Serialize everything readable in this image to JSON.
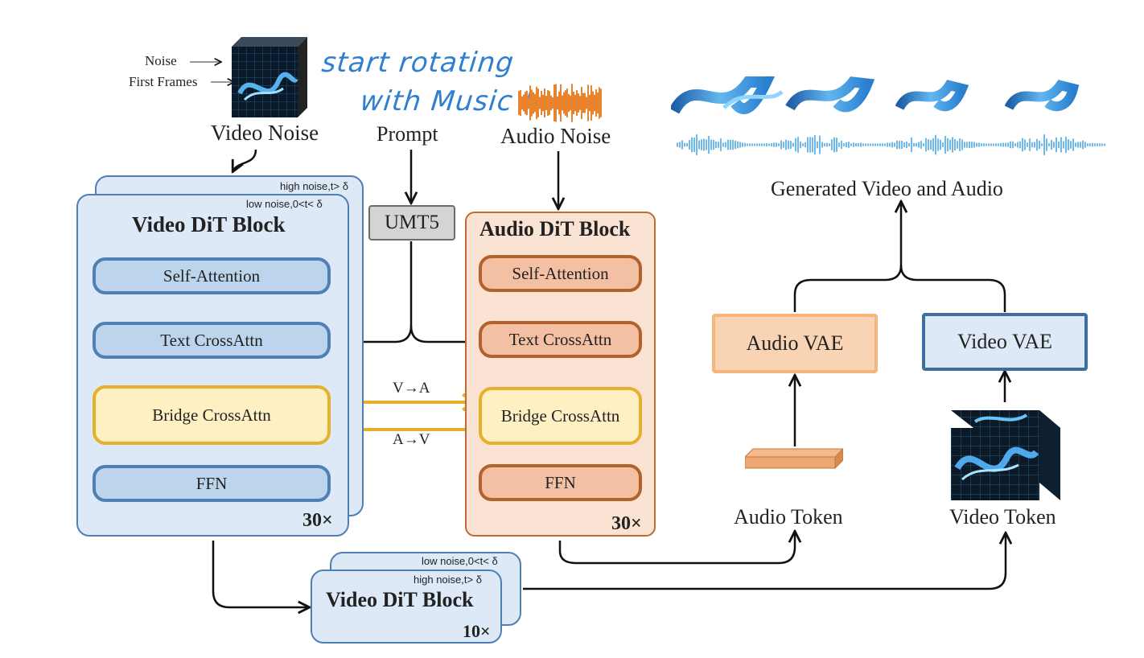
{
  "inputs": {
    "noise_label": "Noise",
    "first_frames_label": "First Frames",
    "video_noise_label": "Video Noise",
    "prompt_label": "Prompt",
    "audio_noise_label": "Audio Noise",
    "handwritten_line1": "start rotating",
    "handwritten_line2": "with Music !"
  },
  "encoder": {
    "label": "UMT5"
  },
  "video_block": {
    "title": "Video DiT Block",
    "back_tag": "high noise,t> δ",
    "front_tag": "low noise,0<t< δ",
    "layers": [
      "Self-Attention",
      "Text CrossAttn",
      "Bridge CrossAttn",
      "FFN"
    ],
    "repeat": "30×"
  },
  "audio_block": {
    "title": "Audio DiT Block",
    "layers": [
      "Self-Attention",
      "Text CrossAttn",
      "Bridge CrossAttn",
      "FFN"
    ],
    "repeat": "30×"
  },
  "bridge": {
    "v_to_a": "V→A",
    "a_to_v": "A→V"
  },
  "video_block_small": {
    "title": "Video DiT Block",
    "back_tag": "low noise,0<t< δ",
    "front_tag": "high noise,t> δ",
    "repeat": "10×"
  },
  "outputs": {
    "audio_vae": "Audio VAE",
    "video_vae": "Video VAE",
    "audio_token": "Audio Token",
    "video_token": "Video Token",
    "generated_label": "Generated Video and Audio"
  },
  "colors": {
    "video_blue": "#4f7fb5",
    "video_fill": "#dde9f6",
    "audio_orange": "#c06a33",
    "audio_fill": "#fbe3d3",
    "bridge_yellow": "#e5b12d",
    "handwriting_blue": "#2f7fd1"
  }
}
